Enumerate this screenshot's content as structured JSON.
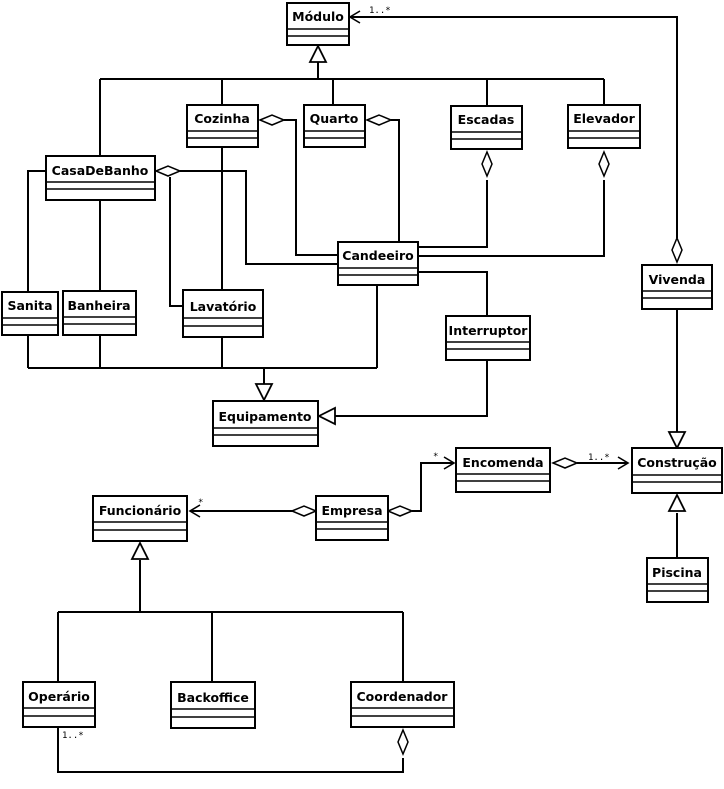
{
  "classes": {
    "modulo": "Módulo",
    "cozinha": "Cozinha",
    "quarto": "Quarto",
    "escadas": "Escadas",
    "elevador": "Elevador",
    "casadebanho": "CasaDeBanho",
    "candeeiro": "Candeeiro",
    "vivenda": "Vivenda",
    "sanita": "Sanita",
    "banheira": "Banheira",
    "lavatorio": "Lavatório",
    "interruptor": "Interruptor",
    "equipamento": "Equipamento",
    "encomenda": "Encomenda",
    "construcao": "Construção",
    "funcionario": "Funcionário",
    "empresa": "Empresa",
    "piscina": "Piscina",
    "operario": "Operário",
    "backoffice": "Backoffice",
    "coordenador": "Coordenador"
  },
  "multiplicities": {
    "modulo_vivenda": "1..*",
    "empresa_encomenda": "*",
    "encomenda_construcao": "1..*",
    "empresa_funcionario": "*",
    "coordenador_operario": "1..*"
  }
}
